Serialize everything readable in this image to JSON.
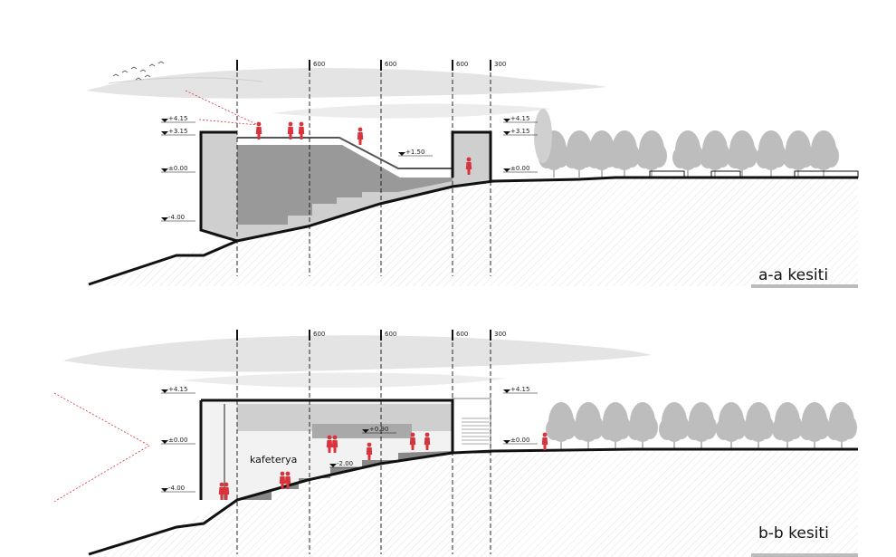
{
  "sections": [
    {
      "id": "aa",
      "title": "a-a kesiti",
      "grid_labels": [
        "600",
        "600",
        "600",
        "300"
      ],
      "levels_left": [
        "+4.15",
        "+3.15",
        "±0.00",
        "-4.00"
      ],
      "levels_right": [
        "+4.15",
        "+3.15",
        "±0.00"
      ],
      "inner_levels": [
        "+1.50"
      ],
      "room_label": ""
    },
    {
      "id": "bb",
      "title": "b-b kesiti",
      "grid_labels": [
        "600",
        "600",
        "600",
        "300"
      ],
      "levels_left": [
        "+4.15",
        "±0.00",
        "-4.00"
      ],
      "levels_right": [
        "+4.15",
        "±0.00"
      ],
      "inner_levels": [
        "+0.90",
        "-2.00"
      ],
      "room_label": "kafeterya"
    }
  ],
  "colors": {
    "figure_red": "#d9333b",
    "tree_gray": "#b9b9b9",
    "fill_gray": "#c8c8c8",
    "dark_gray": "#777777",
    "line": "#111111"
  }
}
